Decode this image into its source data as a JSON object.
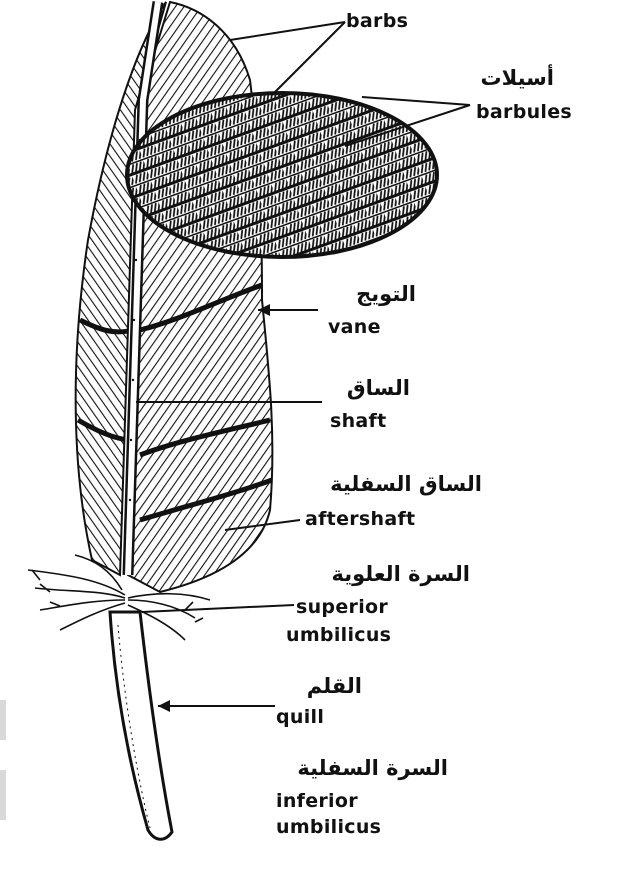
{
  "labels": {
    "barbs": {
      "ar": "",
      "en": "barbs"
    },
    "barbules": {
      "ar": "أسيلات",
      "en": "barbules"
    },
    "vane": {
      "ar": "التويج",
      "en": "vane"
    },
    "shaft": {
      "ar": "الساق",
      "en": "shaft"
    },
    "aftershaft": {
      "ar": "الساق السفلية",
      "en": "aftershaft"
    },
    "superior_umbilicus": {
      "ar": "السرة العلوية",
      "en1": "superior",
      "en2": "umbilicus"
    },
    "quill": {
      "ar": "القلم",
      "en": "quill"
    },
    "inferior_umbilicus": {
      "ar": "السرة السفلية",
      "en1": "inferior",
      "en2": "umbilicus"
    }
  },
  "colors": {
    "ink": "#111111",
    "paper": "#ffffff"
  }
}
